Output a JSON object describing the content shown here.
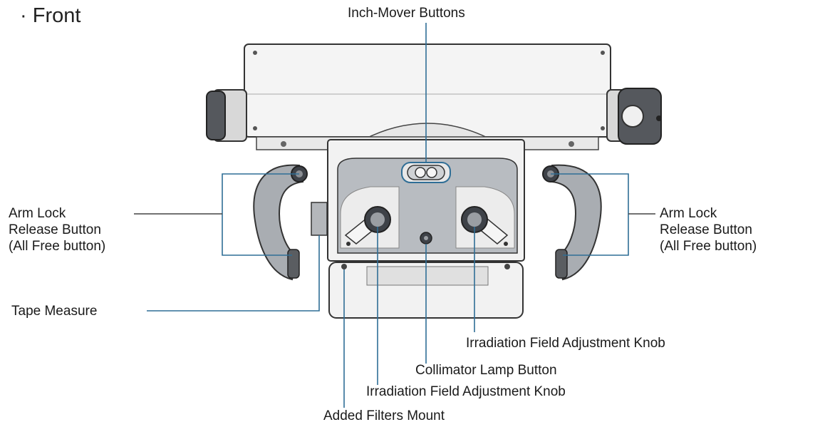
{
  "heading": "Front",
  "heading_bullet": "·",
  "labels": {
    "inch_mover": "Inch-Mover Buttons",
    "arm_lock_left": [
      "Arm Lock",
      "Release Button",
      "(All Free button)"
    ],
    "arm_lock_right": [
      "Arm Lock",
      "Release Button",
      "(All Free button)"
    ],
    "tape_measure": "Tape Measure",
    "irradiation_right": "Irradiation Field Adjustment Knob",
    "collimator_lamp": "Collimator Lamp Button",
    "irradiation_left": "Irradiation Field Adjustment Knob",
    "added_filters": "Added Filters Mount"
  },
  "colors": {
    "leader_line": "#2f6e96",
    "body_fill": "#f2f2f2",
    "outline": "#333333",
    "handle_fill": "#a9adb2",
    "panel_fill": "#b8bcc1",
    "dark_knob": "#3e4248"
  }
}
